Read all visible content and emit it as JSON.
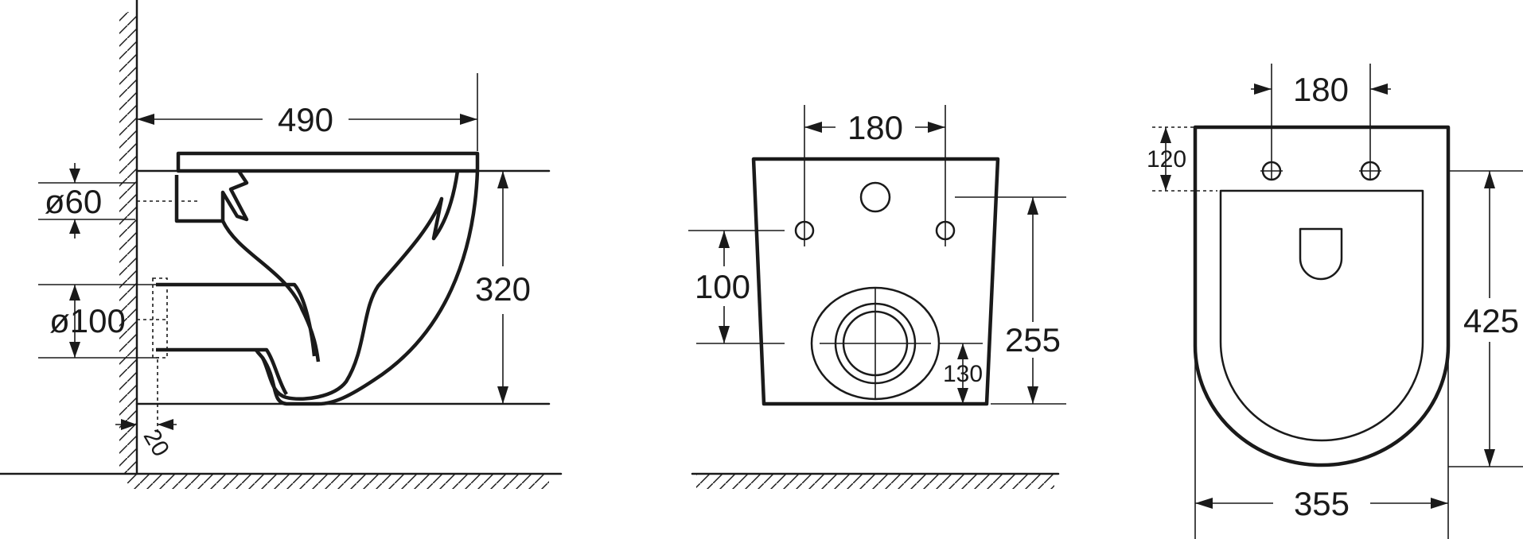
{
  "side_view": {
    "dim_length": "490",
    "dim_height": "320",
    "dim_inlet": "ø60",
    "dim_outlet": "ø100",
    "dim_offset": "20"
  },
  "rear_view": {
    "dim_bolt_spacing": "180",
    "dim_bolt_height": "100",
    "dim_outlet_height": "130",
    "dim_inlet_height": "255"
  },
  "top_view": {
    "dim_bolt_spacing": "180",
    "dim_bolt_offset": "120",
    "dim_length": "425",
    "dim_width": "355"
  }
}
